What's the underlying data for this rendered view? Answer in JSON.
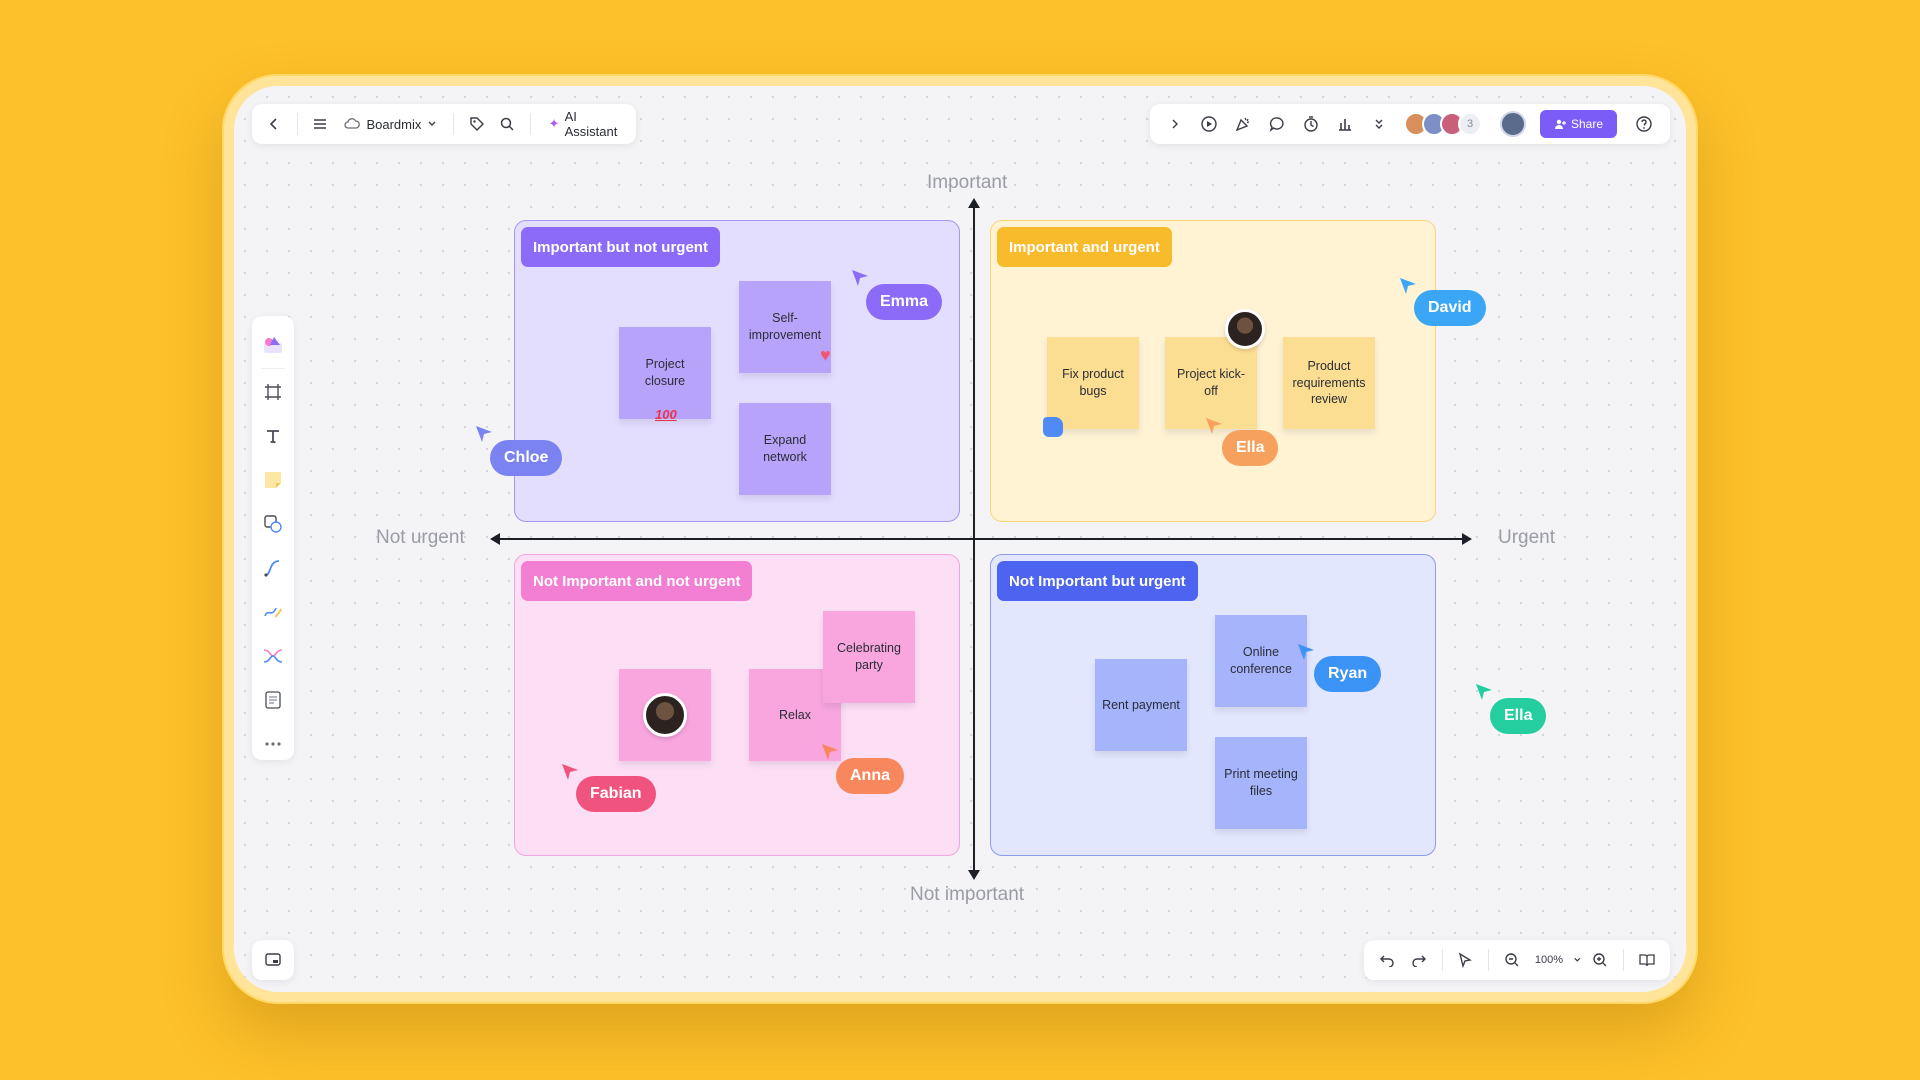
{
  "app": {
    "brand": "Boardmix",
    "ai_assistant": "AI Assistant",
    "share_label": "Share",
    "collaborator_count": "3",
    "zoom_level": "100%"
  },
  "axes": {
    "top": "Important",
    "bottom": "Not important",
    "left": "Not urgent",
    "right": "Urgent"
  },
  "quadrants": {
    "tl": {
      "title": "Important but not urgent",
      "notes": [
        "Project closure",
        "Self-improvement",
        "Expand network"
      ]
    },
    "tr": {
      "title": "Important and urgent",
      "notes": [
        "Fix product bugs",
        "Project kick-off",
        "Product requirements review"
      ]
    },
    "bl": {
      "title": "Not Important and not urgent",
      "notes": [
        "Relax",
        "Celebrating party"
      ]
    },
    "br": {
      "title": "Not Important but urgent",
      "notes": [
        "Rent payment",
        "Online conference",
        "Print meeting files"
      ]
    }
  },
  "cursors": {
    "emma": "Emma",
    "chloe": "Chloe",
    "david": "David",
    "ella_tr": "Ella",
    "fabian": "Fabian",
    "anna": "Anna",
    "ryan": "Ryan",
    "ella_right": "Ella"
  },
  "reactions": {
    "hundred": "100"
  },
  "colors": {
    "background": "#FDC12A",
    "accent": "#7B5CF6",
    "purple_quadrant": "#8B6BF7",
    "yellow_quadrant": "#F7BB2C",
    "pink_quadrant": "#F27FD2",
    "blue_quadrant": "#4D64F0"
  }
}
